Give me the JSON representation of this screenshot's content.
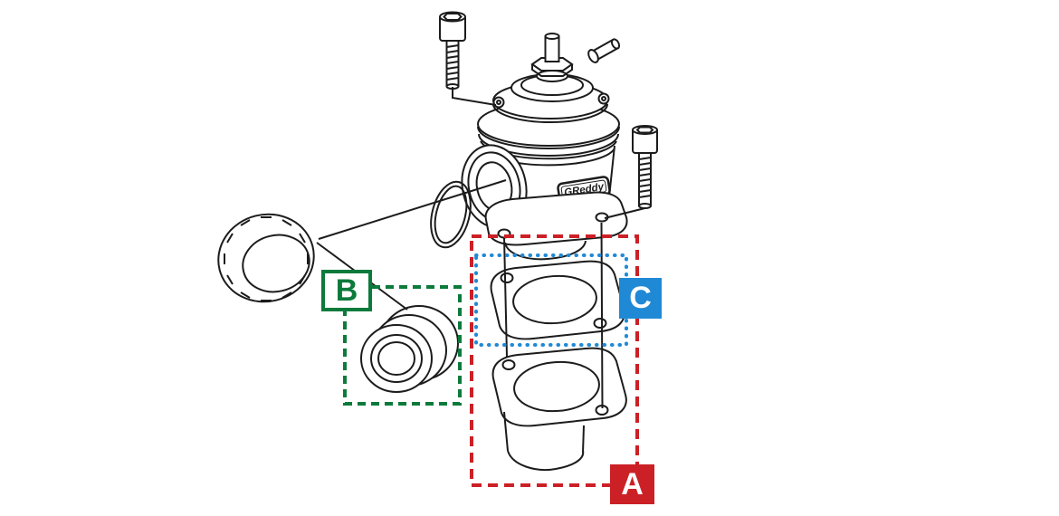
{
  "diagram": {
    "brand_label": "GReddy",
    "background_color": "#ffffff",
    "line_color": "#1c1c1c",
    "parts": {
      "a": {
        "letter": "A",
        "color": "#cb2026",
        "box_style": "dashed"
      },
      "b": {
        "letter": "B",
        "color": "#0c7a3b",
        "box_style": "dashed"
      },
      "c": {
        "letter": "C",
        "color": "#2089d5",
        "box_style": "dotted"
      }
    }
  }
}
